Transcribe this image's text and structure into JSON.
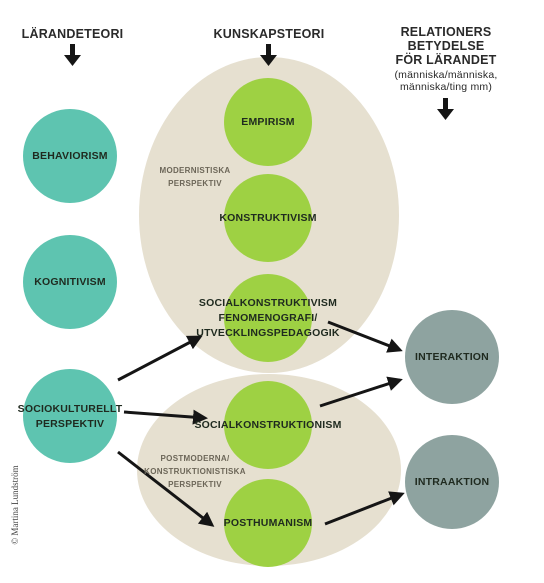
{
  "headers": {
    "learning_theory": "LÄRANDETEORI",
    "knowledge_theory": "KUNSKAPSTEORI",
    "relations_line1": "RELATIONERS BETYDELSE",
    "relations_line2": "FÖR LÄRANDET",
    "relations_sub1": "(människa/människa,",
    "relations_sub2": "människa/ting mm)"
  },
  "learning_theories": {
    "behaviorism": "BEHAVIORISM",
    "cognitivism": "KOGNITIVISM",
    "sociocultural_line1": "SOCIOKULTURELLT",
    "sociocultural_line2": "PERSPEKTIV"
  },
  "knowledge_theories": {
    "empiricism": "EMPIRISM",
    "constructivism": "KONSTRUKTIVISM",
    "socialconstructivism_line1": "SOCIALKONSTRUKTIVISM",
    "socialconstructivism_line2": "FENOMENOGRAFI/",
    "socialconstructivism_line3": "UTVECKLINGSPEDAGOGIK",
    "socialconstructionism": "SOCIALKONSTRUKTIONISM",
    "posthumanism": "POSTHUMANISM"
  },
  "perspectives": {
    "modernist_line1": "MODERNISTISKA",
    "modernist_line2": "PERSPEKTIV",
    "postmodern_line1": "POSTMODERNA/",
    "postmodern_line2": "KONSTRUKTIONISTISKA",
    "postmodern_line3": "PERSPEKTIV"
  },
  "relations": {
    "interaction": "INTERAKTION",
    "intraaction": "INTRAAKTION"
  },
  "credit": "© Martina Lundström",
  "colors": {
    "teal": "#5ec4b0",
    "green": "#9ed143",
    "slate": "#8ea3a0",
    "beige": "#e6e0d0",
    "arrow": "#151515"
  }
}
